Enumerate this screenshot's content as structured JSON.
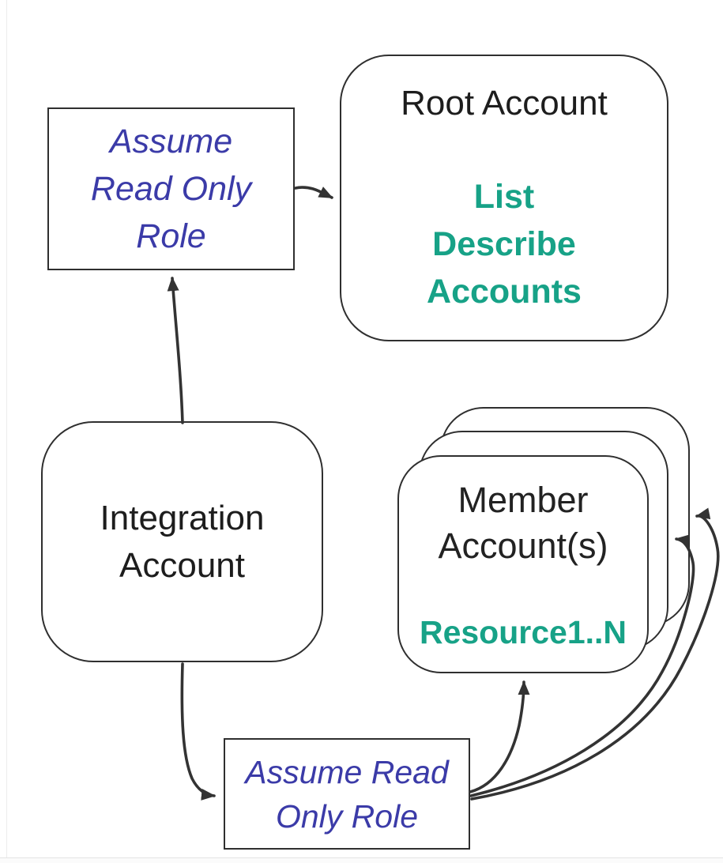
{
  "diagram": {
    "colors": {
      "teal": "#17a287",
      "blue": "#3b3ba8",
      "stroke": "#2f2f2f"
    },
    "nodes": {
      "assume_role_top": {
        "lines": [
          "Assume",
          "Read Only",
          "Role"
        ]
      },
      "root_account": {
        "title": "Root Account",
        "actions": [
          "List",
          "Describe",
          "Accounts"
        ]
      },
      "integration_account": {
        "lines": [
          "Integration",
          "Account"
        ]
      },
      "member_accounts": {
        "title_lines": [
          "Member",
          "Account(s)"
        ],
        "resources": "Resource1..N",
        "stack_count": 3
      },
      "assume_role_bottom": {
        "lines": [
          "Assume Read",
          "Only Role"
        ]
      }
    },
    "edges": [
      {
        "id": "assume-top-to-root",
        "from": "assume_role_top",
        "to": "root_account"
      },
      {
        "id": "integration-to-assume-top",
        "from": "integration_account",
        "to": "assume_role_top"
      },
      {
        "id": "integration-to-assume-bottom",
        "from": "integration_account",
        "to": "assume_role_bottom"
      },
      {
        "id": "assume-bottom-to-member-front",
        "from": "assume_role_bottom",
        "to": "member_accounts"
      },
      {
        "id": "assume-bottom-to-member-middle",
        "from": "assume_role_bottom",
        "to": "member_accounts"
      },
      {
        "id": "assume-bottom-to-member-back",
        "from": "assume_role_bottom",
        "to": "member_accounts"
      }
    ]
  }
}
